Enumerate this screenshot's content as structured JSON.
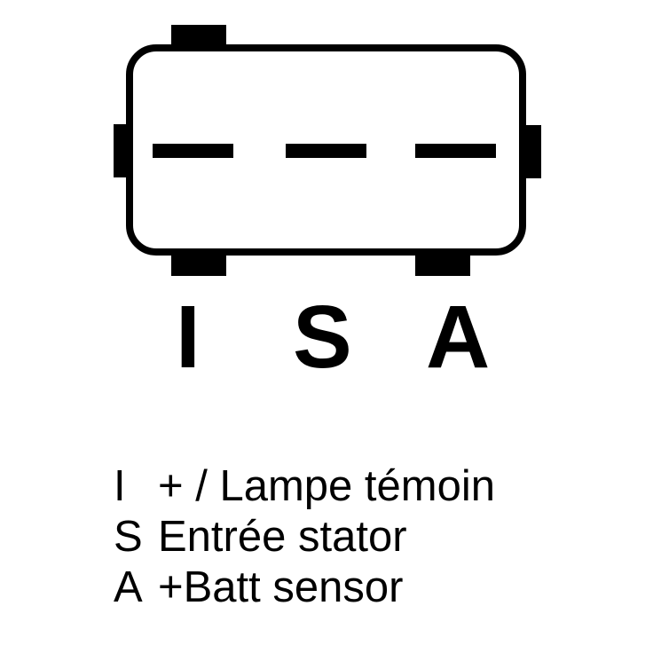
{
  "connector": {
    "pins": [
      "I",
      "S",
      "A"
    ],
    "color": "#000000"
  },
  "legend": [
    {
      "code": "I",
      "description": "+ / Lampe témoin"
    },
    {
      "code": "S",
      "description": "Entrée stator"
    },
    {
      "code": "A",
      "description": "+Batt sensor"
    }
  ]
}
